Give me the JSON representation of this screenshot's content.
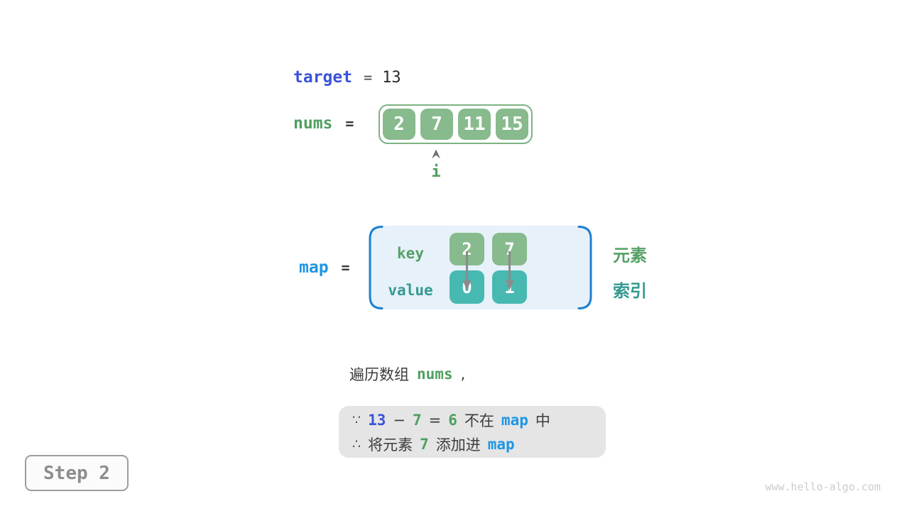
{
  "target": {
    "name": "target",
    "equals": "=",
    "value": "13"
  },
  "nums": {
    "name": "nums",
    "equals": "=",
    "values": [
      "2",
      "7",
      "11",
      "15"
    ],
    "pointer_label": "i"
  },
  "map": {
    "name": "map",
    "equals": "=",
    "key_label": "key",
    "value_label": "value",
    "keys": [
      "2",
      "7"
    ],
    "values": [
      "0",
      "1"
    ],
    "side_element_label": "元素",
    "side_index_label": "索引"
  },
  "caption": {
    "prefix": "遍历数组",
    "code": "nums",
    "comma": ","
  },
  "reasoning": {
    "line1": {
      "symbol": "∵",
      "num1": "13",
      "minus": "−",
      "num2": "7",
      "equals": "=",
      "num3": "6",
      "text1": "不在",
      "code": "map",
      "text2": "中"
    },
    "line2": {
      "symbol": "∴",
      "text1": "将元素",
      "num": "7",
      "text2": "添加进",
      "code": "map"
    }
  },
  "step_badge": "Step 2",
  "watermark": "www.hello-algo.com",
  "icons": {
    "index-pointer": "up-arrowhead",
    "map-link": "down-arrow",
    "map-bracket-left": "left-round-bracket",
    "map-bracket-right": "right-round-bracket"
  },
  "colors": {
    "target_blue": "#3a53d8",
    "code_green": "#4f9f5f",
    "code_cyan_blue": "#1d96e4",
    "array_green_fill": "#87ba8c",
    "array_green_border": "#7cb383",
    "teal_fill": "#47b9b1",
    "teal_text": "#359a90",
    "map_bg_light_blue": "#e6f1fa",
    "map_bracket_blue": "#1e7fd0",
    "arrow_gray": "#8b8b8b",
    "reason_box_gray": "#e5e5e6",
    "step_gray": "#8d8d8d",
    "dark_text": "#3d3d3d"
  }
}
